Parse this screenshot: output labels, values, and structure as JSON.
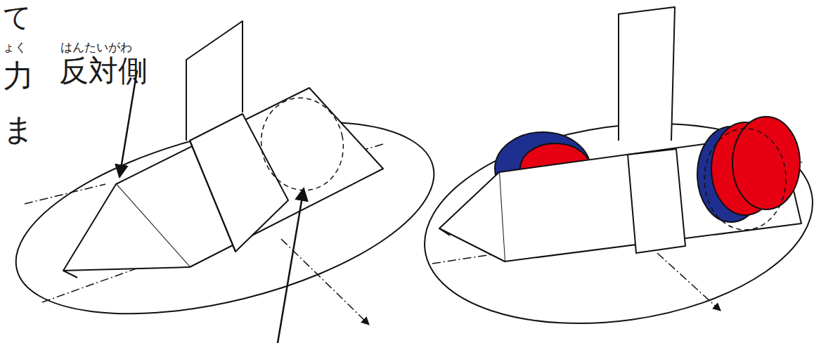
{
  "diagram": {
    "labels": [
      "て",
      "ょく",
      "力",
      "ま",
      "はんたいがわ",
      "反対側"
    ]
  }
}
